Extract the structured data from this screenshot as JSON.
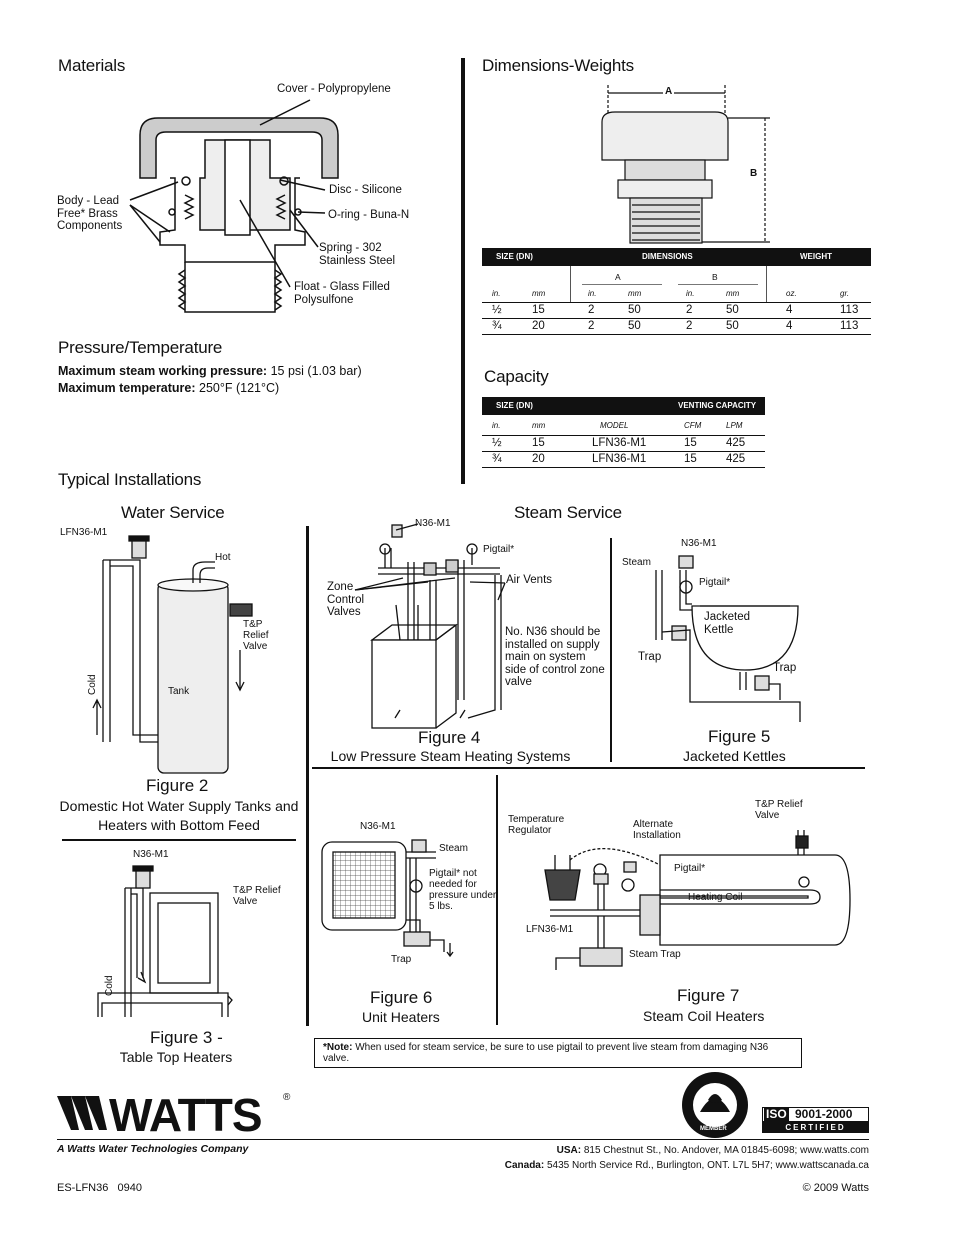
{
  "materials": {
    "heading": "Materials",
    "labels": {
      "cover": "Cover - Polypropylene",
      "disc": "Disc - Silicone",
      "body": "Body - Lead Free* Brass Components",
      "oring": "O-ring - Buna-N",
      "spring": "Spring - 302 Stainless Steel",
      "float": "Float - Glass Filled Polysulfone"
    }
  },
  "pressure": {
    "heading": "Pressure/Temperature",
    "steam_label": "Maximum steam working pressure:",
    "steam_value": "15 psi (1.03 bar)",
    "temp_label": "Maximum temperature:",
    "temp_value": "250°F (121°C)"
  },
  "dimensions": {
    "heading": "Dimensions-Weights",
    "label_a": "A",
    "label_b": "B",
    "table": {
      "h_size": "SIZE (DN)",
      "h_dim": "DIMENSIONS",
      "h_weight": "WEIGHT",
      "sub_a": "A",
      "sub_b": "B",
      "units": [
        "in.",
        "mm",
        "in.",
        "mm",
        "in.",
        "mm",
        "oz.",
        "gr."
      ],
      "rows": [
        [
          "½",
          "15",
          "2",
          "50",
          "2",
          "50",
          "4",
          "113"
        ],
        [
          "¾",
          "20",
          "2",
          "50",
          "2",
          "50",
          "4",
          "113"
        ]
      ]
    }
  },
  "capacity": {
    "heading": "Capacity",
    "table": {
      "h_size": "SIZE (DN)",
      "h_vent": "VENTING CAPACITY",
      "units": [
        "in.",
        "mm",
        "MODEL",
        "CFM",
        "LPM"
      ],
      "rows": [
        [
          "½",
          "15",
          "LFN36-M1",
          "15",
          "425"
        ],
        [
          "¾",
          "20",
          "LFN36-M1",
          "15",
          "425"
        ]
      ]
    }
  },
  "installations": {
    "heading": "Typical Installations",
    "water_heading": "Water Service",
    "steam_heading": "Steam Service"
  },
  "fig2": {
    "model": "LFN36-M1",
    "hot": "Hot",
    "tp": "T&P Relief Valve",
    "cold": "Cold",
    "tank": "Tank",
    "title": "Figure 2",
    "sub": "Domestic Hot Water Supply Tanks and Heaters with Bottom Feed"
  },
  "fig3": {
    "model": "N36-M1",
    "tp": "T&P Relief Valve",
    "cold": "Cold",
    "title": "Figure 3 -",
    "sub": "Table Top Heaters"
  },
  "fig4": {
    "model": "N36-M1",
    "pigtail": "Pigtail*",
    "zone": "Zone Control Valves",
    "vents": "Air Vents",
    "note": "No. N36 should be installed on supply main on system side of control zone valve",
    "title": "Figure 4",
    "sub": "Low Pressure Steam Heating Systems"
  },
  "fig5": {
    "model": "N36-M1",
    "steam": "Steam",
    "pigtail": "Pigtail*",
    "kettle": "Jacketed Kettle",
    "trap1": "Trap",
    "trap2": "Trap",
    "title": "Figure 5",
    "sub": "Jacketed Kettles"
  },
  "fig6": {
    "model": "N36-M1",
    "steam": "Steam",
    "pigtail": "Pigtail* not needed for pressure under 5 lbs.",
    "trap": "Trap",
    "title": "Figure 6",
    "sub": "Unit Heaters"
  },
  "fig7": {
    "regulator": "Temperature Regulator",
    "alternate": "Alternate Installation",
    "tp": "T&P Relief Valve",
    "pigtail": "Pigtail*",
    "coil": "Heating Coil",
    "model": "LFN36-M1",
    "trap": "Steam Trap",
    "title": "Figure 7",
    "sub": "Steam Coil Heaters"
  },
  "note": {
    "label": "*Note:",
    "text": "When used for steam service, be sure to use pigtail to prevent live steam from damaging N36 valve."
  },
  "footer": {
    "brand": "WATTS",
    "reg": "®",
    "tagline": "A Watts Water Technologies Company",
    "usa_label": "USA:",
    "usa": "815 Chestnut St., No. Andover, MA 01845-6098; www.watts.com",
    "canada_label": "Canada:",
    "canada": "5435 North Service Rd., Burlington, ONT. L7L 5H7; www.wattscanada.ca",
    "doc": "ES-LFN36   0940",
    "copyright": "© 2009 Watts",
    "iso_prefix": "ISO",
    "iso_num": "9001-2000",
    "iso_cert": "CERTIFIED",
    "usgbc_member": "MEMBER"
  }
}
